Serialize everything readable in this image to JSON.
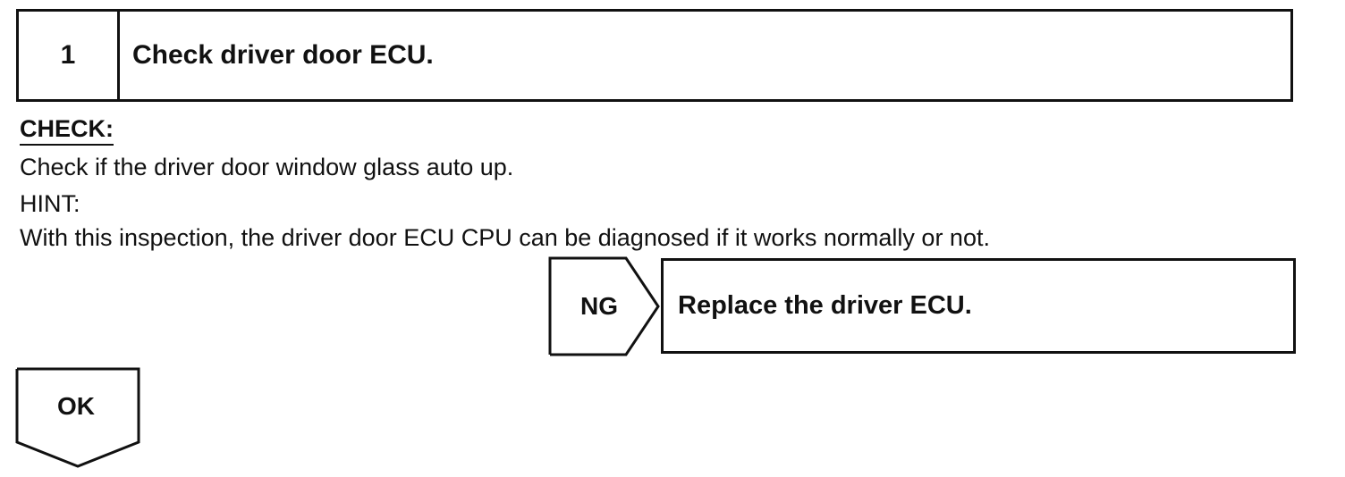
{
  "step": {
    "number": "1",
    "title": "Check driver door ECU."
  },
  "check": {
    "heading": "CHECK:",
    "instruction": "Check if the driver door window glass auto up.",
    "hint_label": "HINT:",
    "hint_text": "With this inspection, the driver door ECU CPU can be diagnosed if it works normally or not."
  },
  "ng_branch": {
    "label": "NG",
    "action": "Replace the driver ECU."
  },
  "ok_branch": {
    "label": "OK"
  }
}
